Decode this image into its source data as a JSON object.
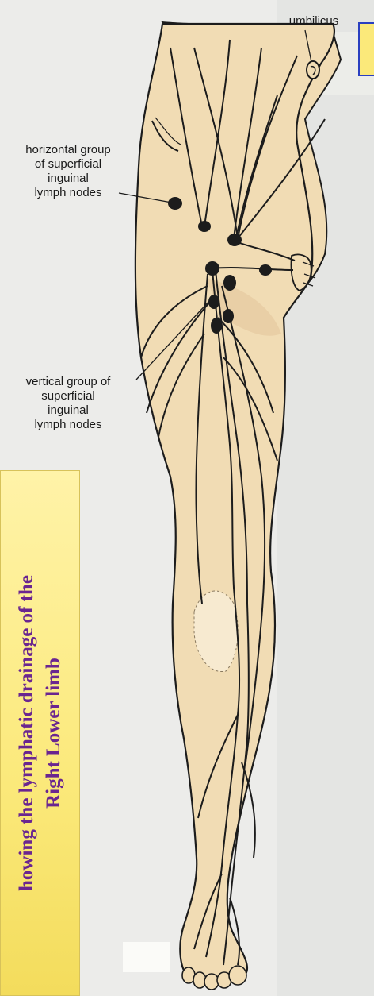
{
  "labels": {
    "umbilicus": "umbilicus",
    "horizontal_group": "horizontal group\nof superficial\ninguinal\nlymph nodes",
    "vertical_group": "vertical group of\nsuperficial\ninguinal\nlymph nodes"
  },
  "caption": {
    "line1": "howing the lymphatic drainage of the",
    "line2": "Right Lower limb"
  },
  "colors": {
    "skin": "#f1dcb4",
    "outline": "#1c1c1c",
    "caption_background": "#fbe97a",
    "caption_text": "#6a2590",
    "top_box_border": "#2a3fc0"
  },
  "icons": {
    "lymph_node": "dark-oval"
  }
}
